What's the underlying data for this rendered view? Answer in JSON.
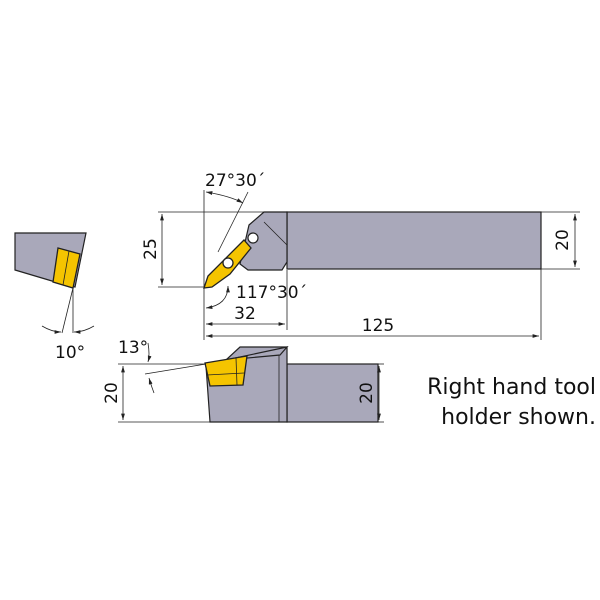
{
  "colors": {
    "holder": "#a9a8ba",
    "insert": "#f5c400",
    "line": "#222222"
  },
  "dimensions": {
    "approach_angle": "27°30´",
    "head_height": "25",
    "cutting_angle": "117°30´",
    "head_length": "32",
    "overall_length": "125",
    "shank_width_top": "20",
    "clearance_angle": "10°",
    "inclination_angle": "13°",
    "cut_height": "20",
    "shank_height": "20"
  },
  "note": {
    "line1": "Right hand tool",
    "line2": "holder shown."
  }
}
